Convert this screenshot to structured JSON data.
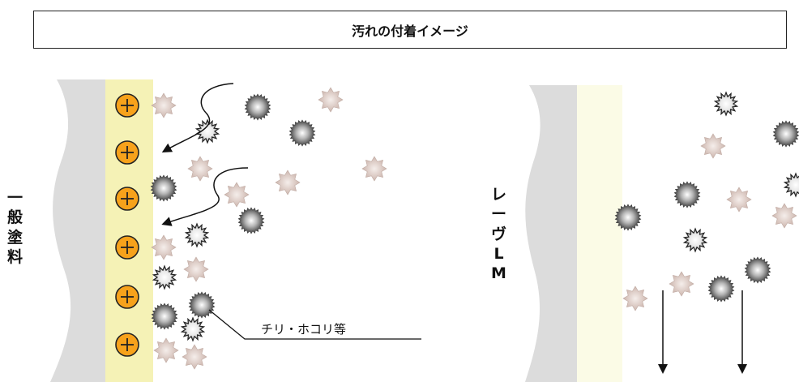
{
  "title": "汚れの付着イメージ",
  "left_label": [
    "一",
    "般",
    "塗",
    "料"
  ],
  "right_label": [
    "レ",
    "ー",
    "ヴ",
    "L",
    "M"
  ],
  "callout": "チリ・ホコリ等",
  "charge_symbol": "+",
  "colors": {
    "wall": "#dcdcdc",
    "coating_left": "#f5f2b6",
    "coating_right": "#fbfbe6",
    "charge_fill": "#f7a21b",
    "dust_star": "#d9c6c0",
    "arrow": "#111111"
  },
  "icons": [
    "plus-charge-icon",
    "dust-ball-icon",
    "spiky-dust-icon",
    "dust-star-icon",
    "arrow-icon"
  ]
}
